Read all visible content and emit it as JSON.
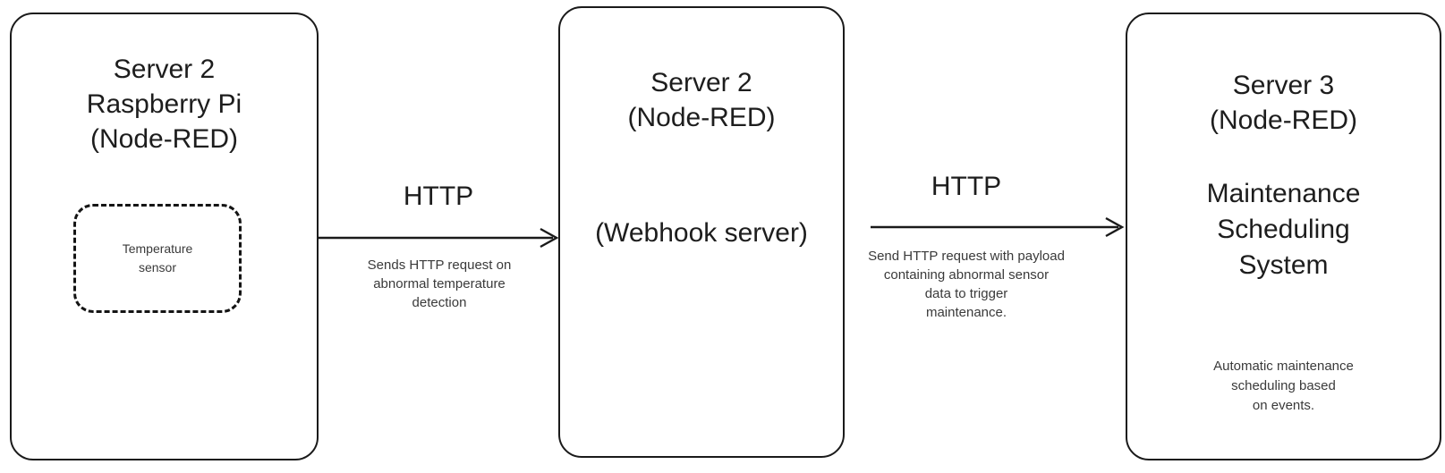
{
  "diagram": {
    "background": "#ffffff",
    "stroke_color": "#1a1a1a",
    "text_color": "#1d1d1d",
    "muted_text_color": "#3a3a3a"
  },
  "nodes": [
    {
      "id": "server2-rpi",
      "title": "Server 2\nRaspberry Pi\n(Node-RED)",
      "inner_box": {
        "label": "Temperature\nsensor",
        "border_style": "dashed"
      }
    },
    {
      "id": "server2-webhook",
      "title": "Server 2\n(Node-RED)",
      "subtitle": "(Webhook server)"
    },
    {
      "id": "server3-maintenance",
      "title": "Server 3\n(Node-RED)",
      "subtitle": "Maintenance\nScheduling\nSystem",
      "caption": "Automatic maintenance\nscheduling based\non events."
    }
  ],
  "edges": [
    {
      "id": "edge-rpi-to-webhook",
      "protocol_label": "HTTP",
      "description": "Sends HTTP request on\nabnormal temperature\ndetection",
      "arrow": "arrow-right-icon"
    },
    {
      "id": "edge-webhook-to-maintenance",
      "protocol_label": "HTTP",
      "description": "Send HTTP request with payload\ncontaining abnormal sensor\ndata to trigger\nmaintenance.",
      "arrow": "arrow-right-icon"
    }
  ]
}
